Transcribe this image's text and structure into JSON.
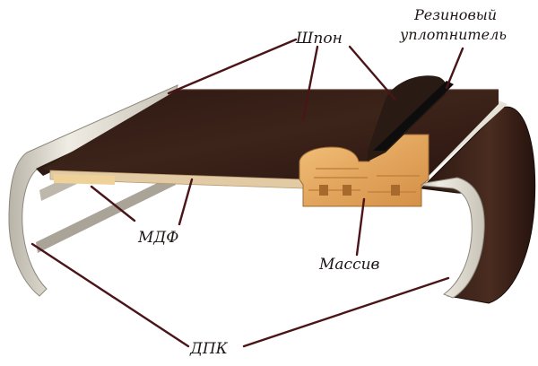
{
  "labels": {
    "veneer": "Шпон",
    "seal_line1": "Резиновый",
    "seal_line2": "уплотнитель",
    "mdf": "МДФ",
    "solid_wood": "Массив",
    "pvc": "ДПК"
  },
  "colors": {
    "veneer": "#3a2118",
    "mdf": "#d8c09a",
    "solid_wood": "#e2a35b",
    "seal": "#111111",
    "pvc_profile": "#d6d2c6",
    "leader": "#4a1518"
  }
}
